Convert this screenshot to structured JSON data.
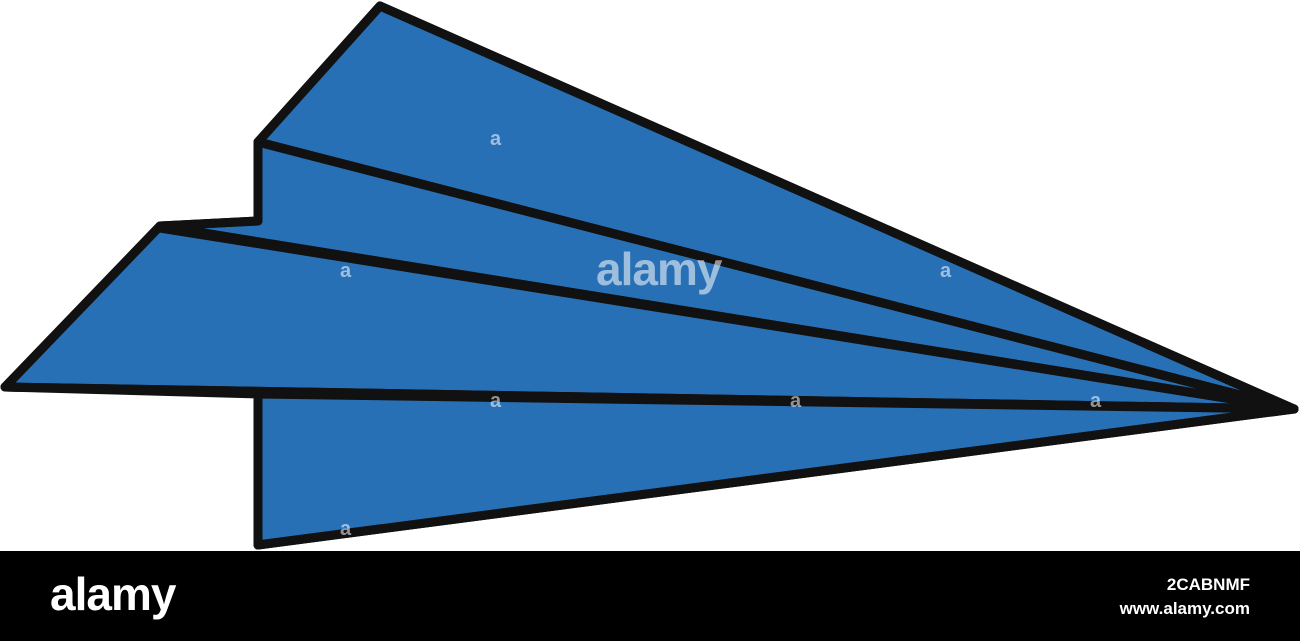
{
  "image": {
    "subject_icon": "paper-airplane-icon",
    "fill_color": "#2870B5",
    "outline_color": "#111111",
    "background_color": "#FFFFFF"
  },
  "watermark": {
    "center_text": "alamy",
    "small_mark": "a"
  },
  "footer": {
    "brand": "alamy",
    "image_id": "2CABNMF",
    "url": "www.alamy.com",
    "bar_color": "#000000"
  }
}
